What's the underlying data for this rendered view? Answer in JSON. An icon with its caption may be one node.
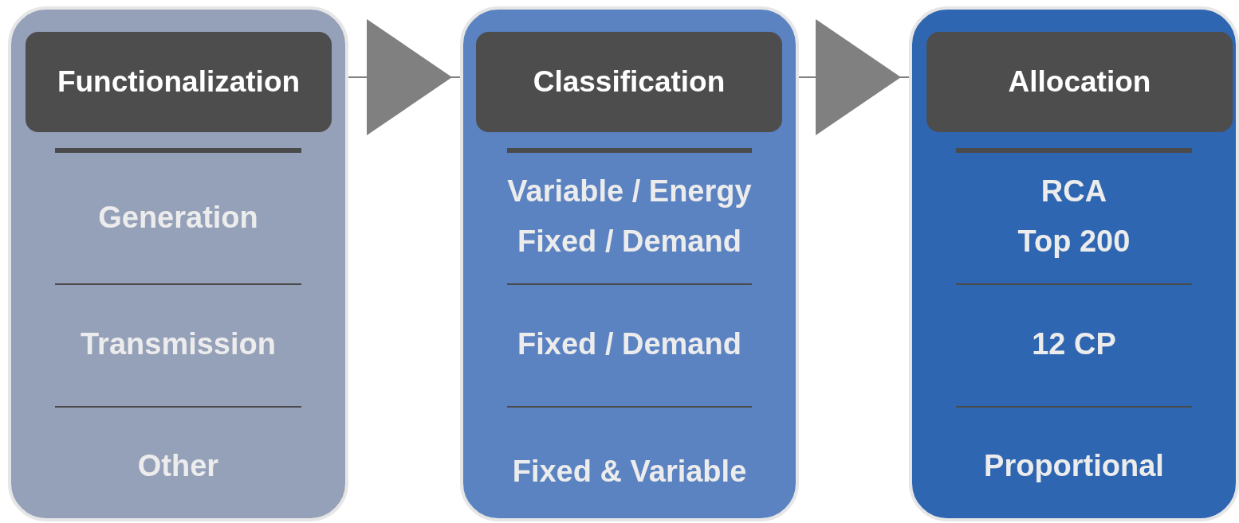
{
  "diagram": {
    "nodes": [
      {
        "text": [
          "Generation",
          "Transmission",
          "Other"
        ]
      },
      {
        "text": [
          "Functionalization"
        ],
        "in": 0
      },
      {
        "text": [
          "Variable / Energy",
          "Fixed / Demand",
          "Fixed / Demand",
          "Fixed & Variable"
        ]
      },
      {
        "text": [
          "Classification"
        ],
        "in": 2
      },
      {
        "text": [
          "RCA",
          "Top 200",
          "12 CP",
          "Proportional"
        ]
      },
      {
        "text": [
          "Allocation"
        ],
        "in": 4
      }
    ],
    "edges": [
      {
        "from": 0,
        "to": 2,
        "arrow": "to"
      },
      {
        "from": 2,
        "to": 4,
        "arrow": "to"
      }
    ]
  }
}
